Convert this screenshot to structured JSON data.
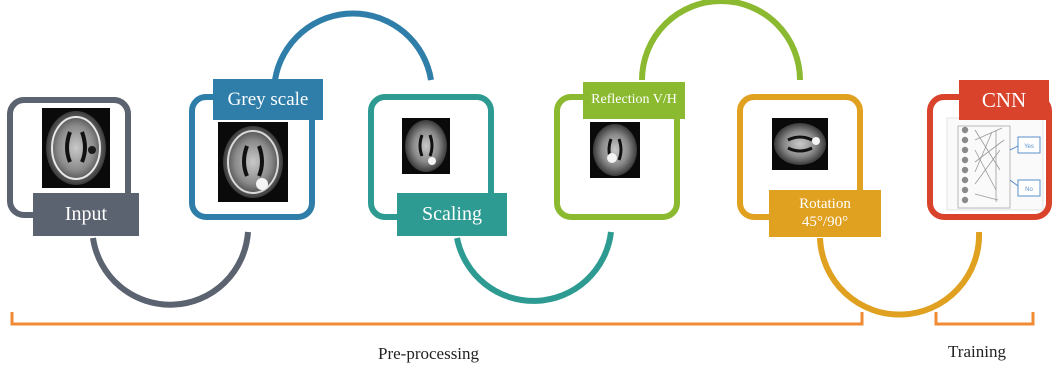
{
  "stages": [
    {
      "id": "input",
      "label": "Input",
      "color": "#5b6270",
      "image": "brain-mri-axial"
    },
    {
      "id": "grey",
      "label": "Grey scale",
      "color": "#2f7eaa",
      "image": "brain-mri-greyscale-lesion"
    },
    {
      "id": "scaling",
      "label": "Scaling",
      "color": "#2d9b91",
      "image": "brain-mri-scaled"
    },
    {
      "id": "reflection",
      "label": "Reflection V/H",
      "color": "#8bb92f",
      "image": "brain-mri-reflected"
    },
    {
      "id": "rotation",
      "label_lines": [
        "Rotation",
        "45°/90°"
      ],
      "color": "#e0a020",
      "image": "brain-mri-rotated"
    },
    {
      "id": "cnn",
      "label": "CNN",
      "color": "#d9432c",
      "image": "cnn-network-diagram",
      "cnn_nodes": [
        "Yes",
        "No"
      ]
    }
  ],
  "groups": {
    "preprocessing": {
      "label": "Pre-processing",
      "color": "#f08a35"
    },
    "training": {
      "label": "Training",
      "color": "#f08a35"
    }
  }
}
